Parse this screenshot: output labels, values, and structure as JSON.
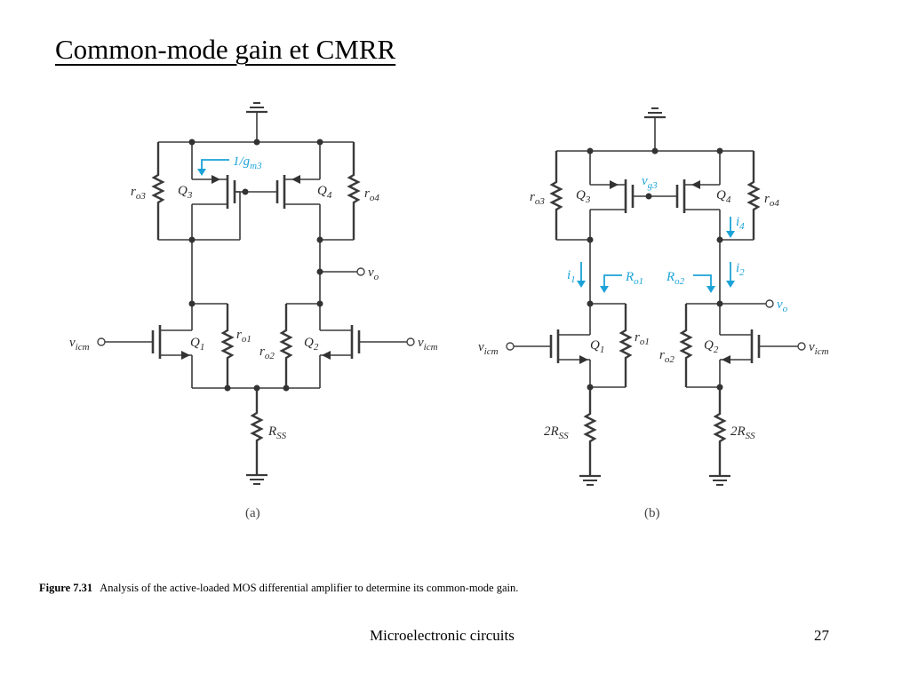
{
  "slide": {
    "title": "Common-mode gain et CMRR"
  },
  "diagram_a": {
    "panel_label": "(a)",
    "labels": {
      "ro3": [
        "r",
        "o3"
      ],
      "q3": [
        "Q",
        "3"
      ],
      "q4": [
        "Q",
        "4"
      ],
      "ro4": [
        "r",
        "o4"
      ],
      "gm3": [
        "1/g",
        "m3"
      ],
      "vo": [
        "v",
        "o"
      ],
      "vicm_left": [
        "v",
        "icm"
      ],
      "vicm_right": [
        "v",
        "icm"
      ],
      "q1": [
        "Q",
        "1"
      ],
      "ro1": [
        "r",
        "o1"
      ],
      "q2": [
        "Q",
        "2"
      ],
      "ro2": [
        "r",
        "o2"
      ],
      "rss": [
        "R",
        "SS"
      ]
    }
  },
  "diagram_b": {
    "panel_label": "(b)",
    "labels": {
      "ro3": [
        "r",
        "o3"
      ],
      "q3": [
        "Q",
        "3"
      ],
      "vg3": [
        "v",
        "g3"
      ],
      "q4": [
        "Q",
        "4"
      ],
      "ro4": [
        "r",
        "o4"
      ],
      "i4": [
        "i",
        "4"
      ],
      "i1": [
        "i",
        "1"
      ],
      "ro1_res": [
        "R",
        "o1"
      ],
      "ro2_res": [
        "R",
        "o2"
      ],
      "i2": [
        "i",
        "2"
      ],
      "vo": [
        "v",
        "o"
      ],
      "vicm_left": [
        "v",
        "icm"
      ],
      "vicm_right": [
        "v",
        "icm"
      ],
      "q1": [
        "Q",
        "1"
      ],
      "ro1": [
        "r",
        "o1"
      ],
      "ro2": [
        "r",
        "o2"
      ],
      "q2": [
        "Q",
        "2"
      ],
      "rss_left": [
        "2R",
        "SS"
      ],
      "rss_right": [
        "2R",
        "SS"
      ]
    }
  },
  "caption": {
    "figure_number": "Figure 7.31",
    "text": "Analysis of the active-loaded MOS differential amplifier to determine its common-mode gain."
  },
  "footer": {
    "text": "Microelectronic circuits",
    "page_number": "27"
  }
}
